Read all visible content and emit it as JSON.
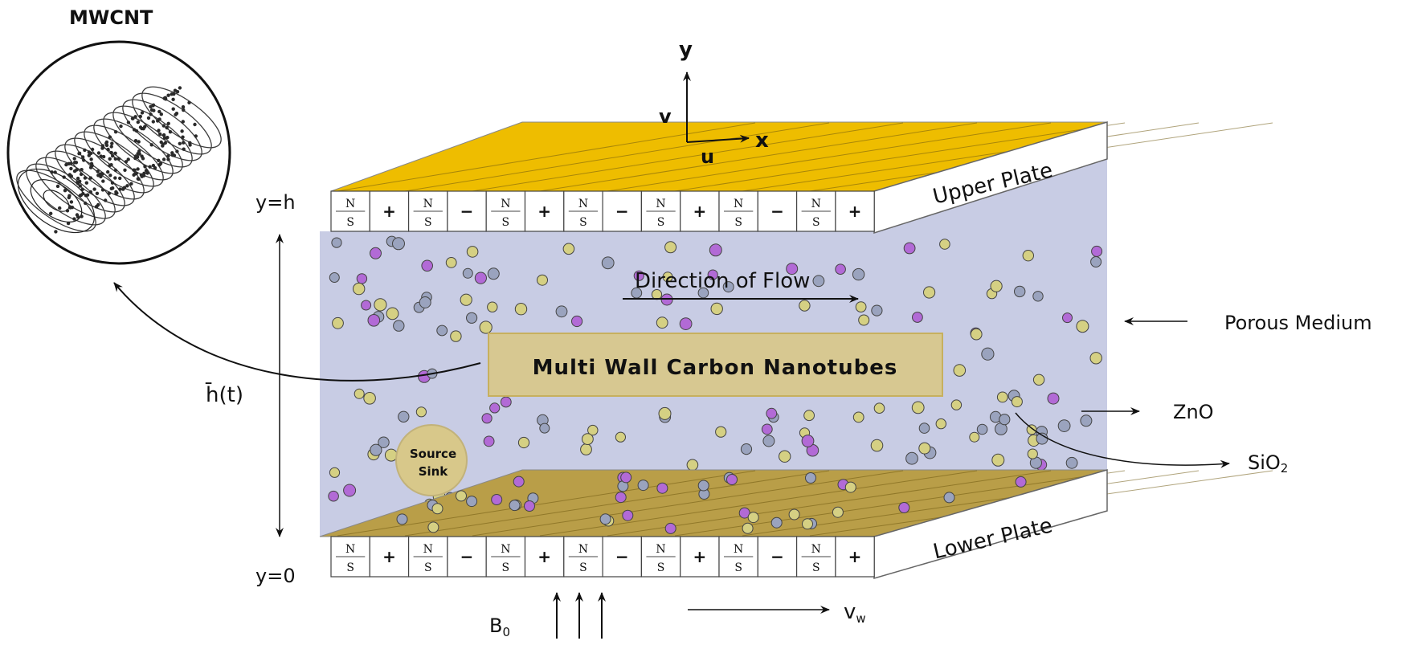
{
  "labels": {
    "mwcnt": "MWCNT",
    "y_axis": "y",
    "x_axis": "x",
    "u": "u",
    "v": "v",
    "y_h": "y=h",
    "y_0": "y=0",
    "h_t": "h̄(t)",
    "upper_plate": "Upper Plate",
    "lower_plate": "Lower Plate",
    "direction_of_flow": "Direction of Flow",
    "nanotubes": "Multi Wall Carbon Nanotubes",
    "source": "Source",
    "sink": "Sink",
    "porous_medium": "Porous Medium",
    "zno": "ZnO",
    "sio2_base": "SiO",
    "sio2_sub": "2",
    "b0_base": "B",
    "b0_sub": "0",
    "vw_base": "v",
    "vw_sub": "w"
  },
  "magnet_strip": {
    "pattern": [
      "NS",
      "+",
      "NS",
      "−",
      "NS",
      "+",
      "NS",
      "−",
      "NS",
      "+",
      "NS",
      "−",
      "NS",
      "+"
    ],
    "north": "N",
    "south": "S"
  },
  "colors": {
    "gold_plate": "#EEBD00",
    "lower_plate": "#B99E48",
    "fluid": "#C8CCE4",
    "nanotube_box": "#D8C88A",
    "source_sink": "#D8C88A",
    "particle_purple": "#B26AD6",
    "particle_gray": "#9AA3BE",
    "particle_yellow": "#D5D083"
  }
}
